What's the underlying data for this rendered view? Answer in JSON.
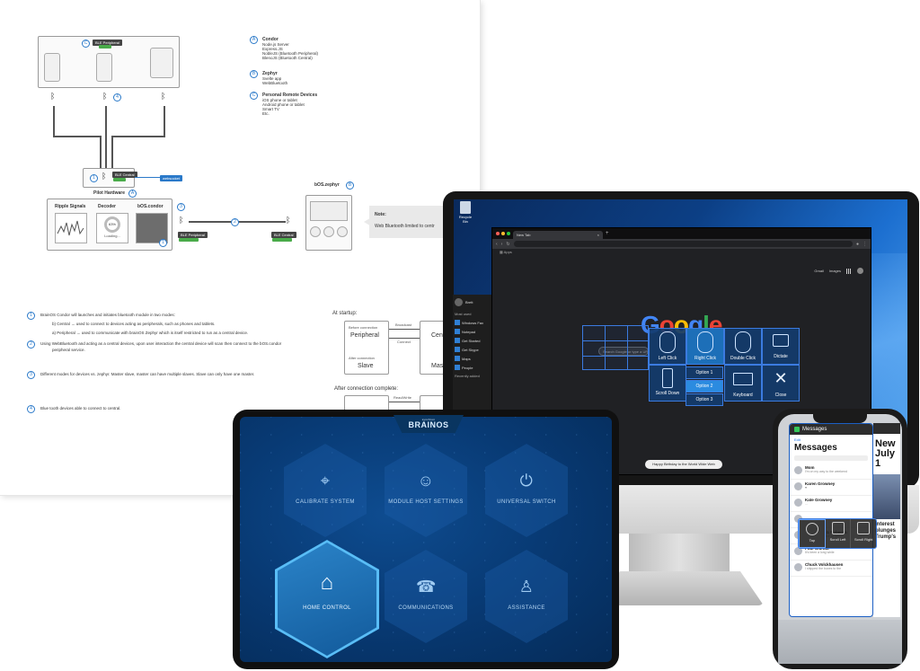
{
  "paper": {
    "top_device_tag": "BLE Peripheral",
    "legend": [
      {
        "num": "A",
        "title": "Condor",
        "items": [
          "Node.js Server",
          "Express.JS",
          "NobleJS (Bluetooth Peripheral)",
          "BlenoJS (Bluetooth Central)"
        ]
      },
      {
        "num": "B",
        "title": "Zephyr",
        "items": [
          "Svelte app",
          "WebBluetooth"
        ]
      },
      {
        "num": "C",
        "title": "Personal Remote Devices",
        "items": [
          "iOS phone or tablet",
          "Android phone or tablet",
          "Smart TV",
          "Etc."
        ]
      }
    ],
    "pilot_hardware_label": "Pilot Hardware",
    "modules": [
      "Ripple Signals",
      "Decoder",
      "bOS.condor"
    ],
    "decoder_value": "63%",
    "decoder_status": "Loading...",
    "zephyr_label": "bOS.zephyr",
    "note_title": "Note:",
    "note_text": "Web Bluetooth limited to centr",
    "tag_central": "BLE Central",
    "tag_peripheral": "BLE Peripheral",
    "tag_tooltip": "websocket",
    "notes": [
      {
        "num": "1",
        "text": "BrainOS Condor will launches and initiates bluetooth module in two modes:"
      },
      {
        "num": "",
        "text": "b) Central → used to connect to devices acting as peripherals, such as phones and tablets."
      },
      {
        "num": "",
        "text": "a) Peripheral → used to communicate with brainOS Zephyr which is itself restricted to run as a central device."
      },
      {
        "num": "2",
        "text": "Using WebBluetooth and acting as a central devices, upon user interaction the central device will scan then connect to the bOS.condor"
      },
      {
        "num": "",
        "text": "peripheral service."
      },
      {
        "num": "3",
        "text": "Different modes for devices vs. zephyr. Master slave, master can have multiple slaves. Slave can only have one master."
      },
      {
        "num": "4",
        "text": "Blue tooth devices able to connect to central."
      }
    ],
    "at_startup": "At startup:",
    "after_connection": "After connection complete:",
    "startup_left_title": "Peripheral",
    "startup_left_sub": "Before connection",
    "startup_left_after": "After connection",
    "startup_left_bottom": "Slave",
    "startup_right_title": "Centr",
    "startup_right_bottom": "Mast",
    "arrow_top": "Broadcast",
    "arrow_bottom": "Connect",
    "arrow_after": "Read/Write"
  },
  "desktop": {
    "recycle_bin": "Recycle Bin",
    "start_menu": {
      "user": "Brett",
      "section": "Most used",
      "items": [
        "Windows Fax",
        "Notepad",
        "Get Started",
        "Get Skype",
        "Maps",
        "People"
      ],
      "footer": "Recently added"
    },
    "browser": {
      "tab_title": "New Tab",
      "tab_close": "×",
      "new_tab": "+",
      "address_placeholder": "",
      "apps_label": "Apps",
      "links": [
        "Gmail",
        "Images"
      ],
      "google_logo": [
        "G",
        "o",
        "o",
        "g",
        "l",
        "e"
      ],
      "search_placeholder": "Search Google or type a URL",
      "doodle_button": "Happy Birthday to the World Wide Web"
    },
    "click_menu": [
      {
        "label": "Left Click",
        "icon": "mouse-left-icon"
      },
      {
        "label": "Right Click",
        "icon": "mouse-right-icon"
      },
      {
        "label": "Double Click",
        "icon": "mouse-double-icon"
      },
      {
        "label": "Dictate",
        "icon": "chat-bubble-icon"
      },
      {
        "label": "Scroll Down",
        "icon": "scroll-down-icon"
      },
      {
        "label": "Keyboard",
        "icon": "keyboard-icon"
      },
      {
        "label": "Close",
        "icon": "close-icon"
      }
    ],
    "options": [
      "Option 1",
      "Option 2",
      "Option 3"
    ],
    "selected_option": "Option 2"
  },
  "tablet": {
    "brand_top": "synchron",
    "brand": "BRAINOS",
    "tiles": [
      {
        "label": "CALIBRATE SYSTEM",
        "icon": "target-icon"
      },
      {
        "label": "MODULE HOST SETTINGS",
        "icon": "person-icon"
      },
      {
        "label": "UNIVERSAL SWITCH",
        "icon": "power-icon"
      },
      {
        "label": "HOME CONTROL",
        "icon": "home-icon"
      },
      {
        "label": "COMMUNICATIONS",
        "icon": "phone-icon"
      },
      {
        "label": "ASSISTANCE",
        "icon": "assist-icon"
      }
    ]
  },
  "phone": {
    "app_title": "Messages",
    "edit": "Edit",
    "heading": "Messages",
    "contacts": [
      {
        "name": "Mom",
        "preview": "I'm on my way to the weekend"
      },
      {
        "name": "Karen Growney",
        "preview": "♥"
      },
      {
        "name": "Kate Growney",
        "preview": "..."
      },
      {
        "name": "",
        "preview": ""
      },
      {
        "name": "Zach, Paul & Rebecca",
        "preview": "A: Reacted 'Haha' to 'you'"
      },
      {
        "name": "Paul Giurata",
        "preview": "It's been a long while"
      },
      {
        "name": "Chuck Volckhausen",
        "preview": "I shipped the boxes to the"
      }
    ],
    "news_big": "New July 1",
    "news_mid": "Interest plunges Trump's",
    "scan_menu": [
      "Tap",
      "Scroll Left",
      "Scroll Right"
    ]
  }
}
